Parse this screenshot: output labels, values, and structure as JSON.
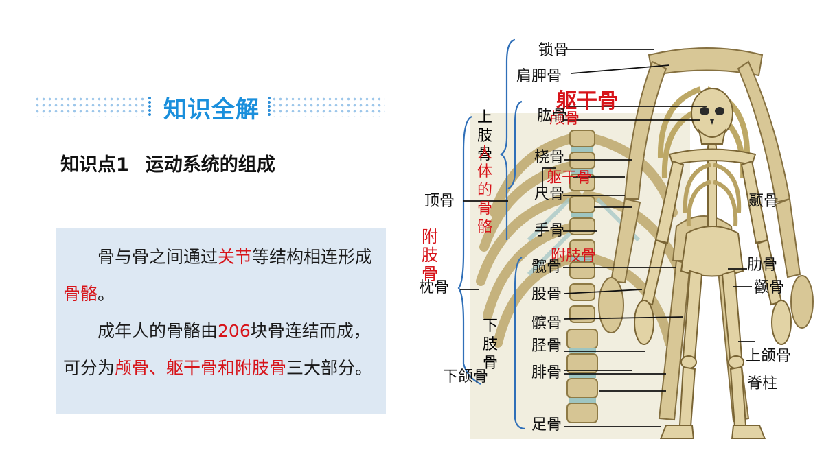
{
  "header": {
    "title": "知识全解"
  },
  "subtitle": {
    "num": "知识点1",
    "text": "运动系统的组成"
  },
  "content": {
    "p1": [
      "骨与骨之间通过",
      "关节",
      "等结构相连形成",
      "骨骼",
      "。"
    ],
    "p2": [
      "成年人的骨骼由",
      "206",
      "块骨连结而成，可分为",
      "颅骨、躯干骨和附肢骨",
      "三大部分。"
    ]
  },
  "figure": {
    "labels": {
      "suogu": "锁骨",
      "jianjiagu": "肩胛骨",
      "gonggu": "肱骨",
      "raogu": "桡骨",
      "chigu": "尺骨",
      "shougu": "手骨",
      "kuangu": "髋骨",
      "gugu": "股骨",
      "bingu": "髌骨",
      "jinggu": "胫骨",
      "feigu": "腓骨",
      "zugu": "足骨",
      "dinggu": "顶骨",
      "zhengu": "枕骨",
      "xiahegu": "下颌骨",
      "niegu": "颞骨",
      "leigu": "肋骨",
      "quangu": "颧骨",
      "shanghegu": "上颌骨",
      "jizhu": "脊柱",
      "shangzhigu": "上肢骨",
      "xiazhigu": "下肢骨",
      "lugu": "颅骨",
      "quganggu_big": "躯干骨",
      "quganggu": "躯干骨",
      "fuzhigu_v": "附肢骨",
      "fuzhigu": "附肢骨",
      "renti": "人体的骨骼"
    }
  }
}
